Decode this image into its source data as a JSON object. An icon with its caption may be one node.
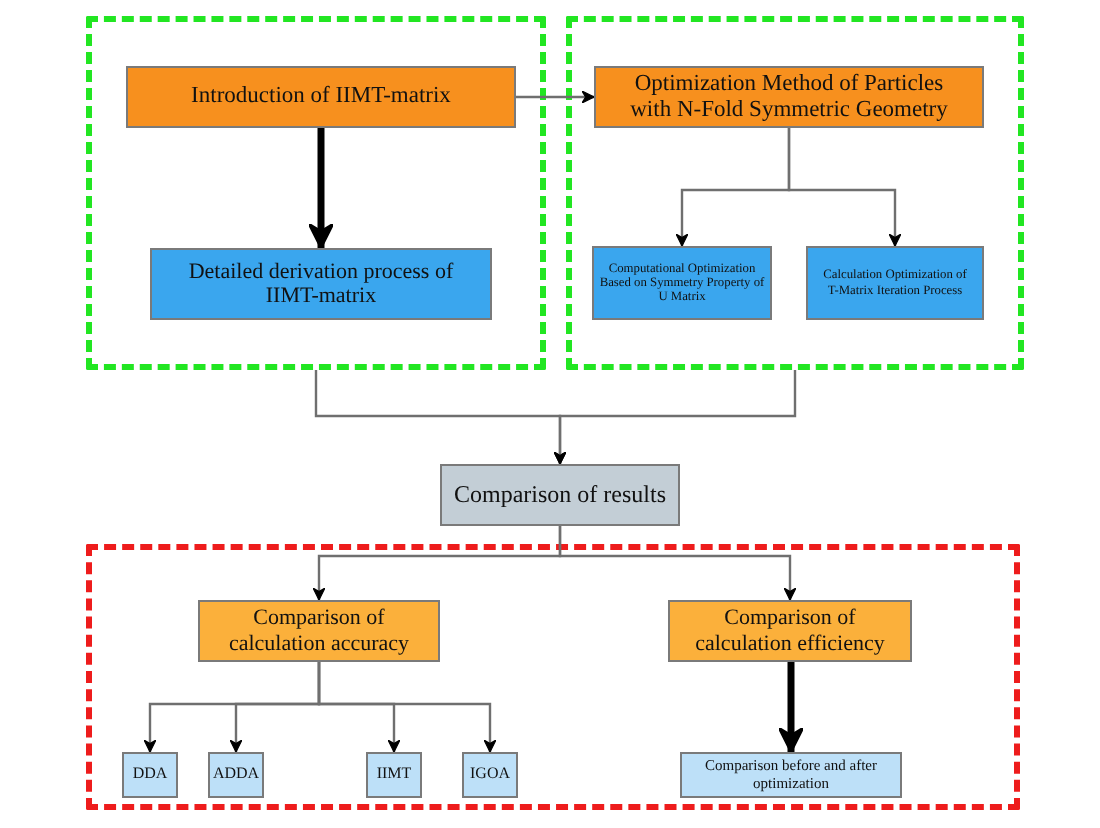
{
  "diagram": {
    "nodes": [
      {
        "text": [],
        "shape": "box"
      },
      {
        "text": [
          "Introduction of IIMT-matrix"
        ],
        "in": 0
      },
      {
        "text": [
          "Detailed derivation process of IIMT-matrix"
        ],
        "in": 0
      },
      {
        "text": [],
        "shape": "box"
      },
      {
        "text": [
          "Optimization Method of Particles with N-Fold Symmetric Geometry"
        ],
        "in": 3
      },
      {
        "text": [
          "Computational Optimization Based on Symmetry Property of U Matrix"
        ],
        "in": 3
      },
      {
        "text": [
          "Calculation Optimization of T-Matrix Iteration Process"
        ],
        "in": 3
      },
      {
        "text": [
          "Comparison of results"
        ]
      },
      {
        "text": [],
        "shape": "box"
      },
      {
        "text": [
          "Comparison of calculation accuracy"
        ],
        "in": 8
      },
      {
        "text": [
          "Comparison of calculation efficiency"
        ],
        "in": 8
      },
      {
        "text": [
          "DDA"
        ],
        "in": 8
      },
      {
        "text": [
          "ADDA"
        ],
        "in": 8
      },
      {
        "text": [
          "IIMT"
        ],
        "in": 8
      },
      {
        "text": [
          "IGOA"
        ],
        "in": 8
      },
      {
        "text": [
          "Comparison before and after optimization"
        ],
        "in": 8
      }
    ],
    "edges": [
      {
        "from": 1,
        "to": 2,
        "arrow": "to",
        "style": "thick",
        "color": "#000000"
      },
      {
        "from": 1,
        "to": 4,
        "arrow": "to"
      },
      {
        "from": 4,
        "to": 5,
        "arrow": "to"
      },
      {
        "from": 4,
        "to": 6,
        "arrow": "to"
      },
      {
        "from": 0,
        "to": 7,
        "arrow": "to"
      },
      {
        "from": 3,
        "to": 7,
        "arrow": "to"
      },
      {
        "from": 7,
        "to": 9,
        "arrow": "to"
      },
      {
        "from": 7,
        "to": 10,
        "arrow": "to"
      },
      {
        "from": 9,
        "to": 11,
        "arrow": "to"
      },
      {
        "from": 9,
        "to": 12,
        "arrow": "to"
      },
      {
        "from": 9,
        "to": 13,
        "arrow": "to"
      },
      {
        "from": 9,
        "to": 14,
        "arrow": "to"
      },
      {
        "from": 10,
        "to": 15,
        "arrow": "to",
        "style": "thick",
        "color": "#000000"
      }
    ]
  }
}
